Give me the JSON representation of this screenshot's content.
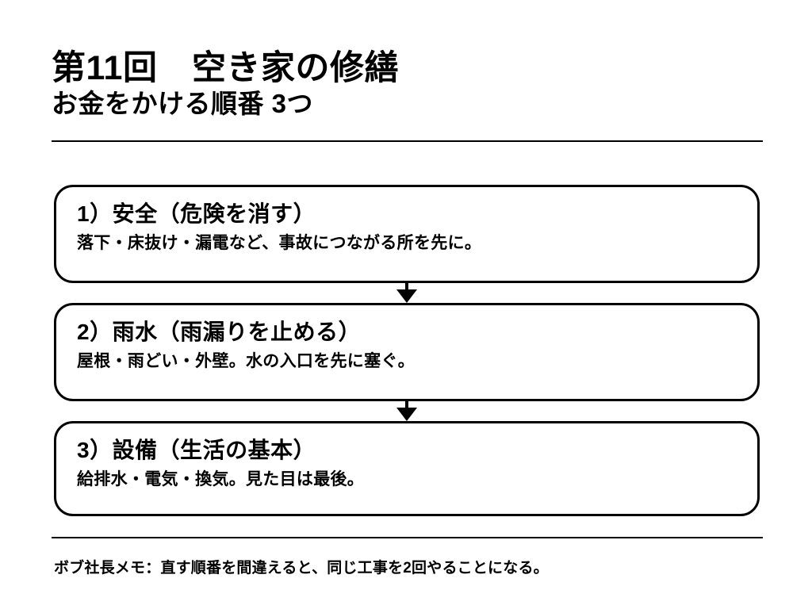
{
  "slide": {
    "background_color": "#ffffff",
    "text_color": "#000000",
    "title_main": "第11回　空き家の修繕",
    "title_sub": "お金をかける順番 3つ",
    "steps": [
      {
        "heading": "1）安全（危険を消す）",
        "description": "落下・床抜け・漏電など、事故につながる所を先に。"
      },
      {
        "heading": "2）雨水（雨漏りを止める）",
        "description": "屋根・雨どい・外壁。水の入口を先に塞ぐ。"
      },
      {
        "heading": "3）設備（生活の基本）",
        "description": "給排水・電気・換気。見た目は最後。"
      }
    ],
    "footer_note": "ボブ社長メモ：直す順番を間違えると、同じ工事を2回やることになる。"
  }
}
